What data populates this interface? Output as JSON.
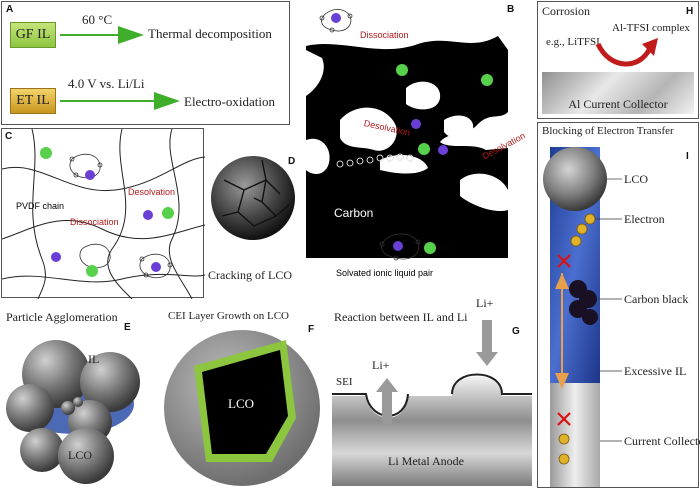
{
  "panelA": {
    "letter": "A",
    "row1": {
      "badge": "GF IL",
      "condition": "60 °C",
      "result": "Thermal decomposition"
    },
    "row2": {
      "badge": "ET IL",
      "condition": "4.0 V vs. Li/Li",
      "result": "Electro-oxidation"
    }
  },
  "panelB": {
    "letter": "B",
    "dissociation": "Dissociation",
    "desolvation1": "Desolvation",
    "desolvation2": "Desolvation",
    "carbon": "Carbon",
    "pair_caption": "Solvated ionic liquid pair"
  },
  "panelC": {
    "letter": "C",
    "pvdf": "PVDF chain",
    "desolvation": "Desolvation",
    "dissociation": "Dissociation"
  },
  "panelD": {
    "letter": "D",
    "caption": "Cracking of LCO"
  },
  "panelE": {
    "letter": "E",
    "title": "Particle Agglomeration",
    "il": "IL",
    "lco": "LCO"
  },
  "panelF": {
    "letter": "F",
    "title": "CEI Layer Growth on LCO",
    "lco": "LCO"
  },
  "panelG": {
    "letter": "G",
    "title": "Reaction between IL and Li",
    "li_top": "Li+",
    "li_mid": "Li+",
    "sei": "SEI",
    "anode": "Li Metal Anode"
  },
  "panelH": {
    "letter": "H",
    "title": "Corrosion",
    "complex": "Al-TFSI complex",
    "salt": "e.g., LiTFSI",
    "collector": "Al Current Collector"
  },
  "panelI": {
    "letter": "I",
    "title": "Blocking of Electron Transfer",
    "lco": "LCO",
    "electron": "Electron",
    "carbon_black": "Carbon black",
    "excessive": "Excessive IL",
    "collector": "Current Collector"
  },
  "colors": {
    "arrow_green": "#3fae2a",
    "label_red": "#b31b1b",
    "cei_green": "#8cc63f",
    "electrolyte_blue": "#2d4fa8",
    "electron_gold": "#e0b22a"
  }
}
